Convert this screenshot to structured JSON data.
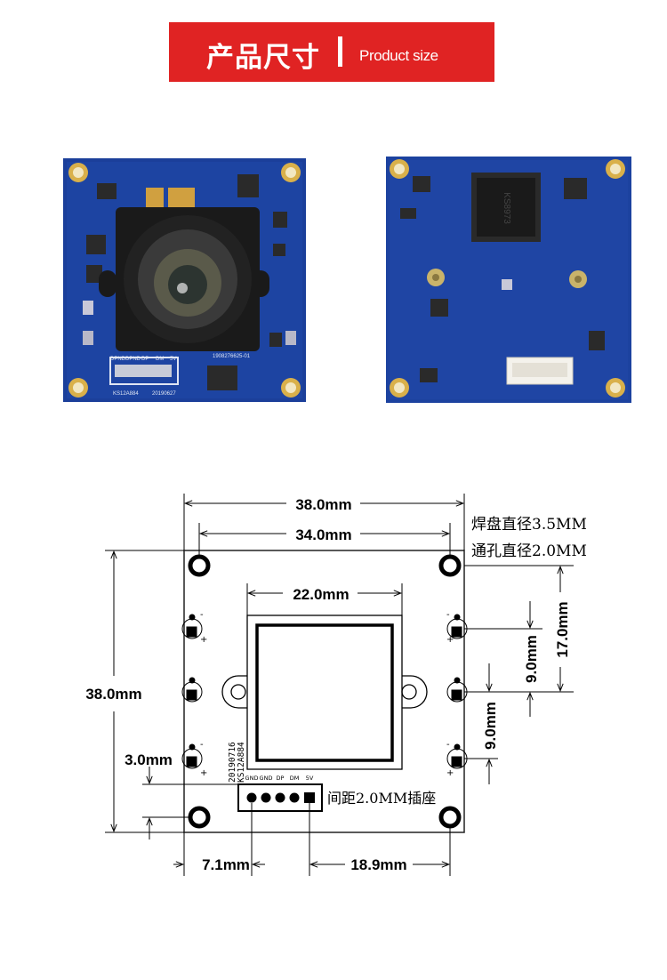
{
  "header": {
    "title_cn": "产品尺寸",
    "title_en": "Product size",
    "bg_color": "#e02323"
  },
  "photos": {
    "front": {
      "silk_labels": [
        "DPND",
        "DPND",
        "DP",
        "DM",
        "5V"
      ],
      "model": "KS12A884",
      "date": "20190627",
      "part_no": "1908276625-01"
    },
    "back": {
      "chip_marking": "KS8973"
    }
  },
  "diagram": {
    "dim_outer_width": "38.0mm",
    "dim_hole_spacing": "34.0mm",
    "dim_lens_window": "22.0mm",
    "dim_height": "38.0mm",
    "dim_hole_vertical": "17.0mm",
    "dim_hole_pitch_upper": "9.0mm",
    "dim_hole_pitch_lower": "9.0mm",
    "dim_connector_edge": "3.0mm",
    "dim_connector_left": "7.1mm",
    "dim_connector_right": "18.9mm",
    "note_pad_diameter": "焊盘直径3.5MM",
    "note_hole_diameter": "通孔直径2.0MM",
    "note_connector": "间距2.0MM插座",
    "silk_model": "KS12A884",
    "silk_date": "20190716",
    "pin_labels": [
      "GND",
      "GND",
      "DP",
      "DM",
      "5V"
    ],
    "cap_minus": "-",
    "cap_plus": "+"
  }
}
